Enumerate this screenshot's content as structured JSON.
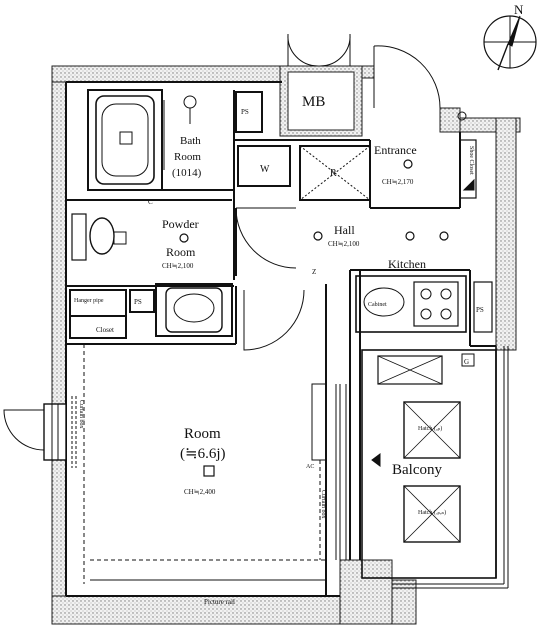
{
  "compass": {
    "label": "N"
  },
  "rooms": {
    "mb": "MB",
    "entrance": {
      "name": "Entrance",
      "ceiling": "CH≒2,170"
    },
    "bath": {
      "line1": "Bath",
      "line2": "Room",
      "line3": "(1014)"
    },
    "powder": {
      "line1": "Powder",
      "line2": "Room",
      "ceiling": "CH≒2,100"
    },
    "hall": {
      "name": "Hall",
      "ceiling": "CH≒2,100"
    },
    "kitchen": "Kitchen",
    "room": {
      "name": "Room",
      "area": "(≒6.6j)",
      "ceiling": "CH≒2,400"
    },
    "balcony": "Balcony"
  },
  "fixtures": {
    "ps": "PS",
    "w": "W",
    "r": "R",
    "c": "C",
    "g": "G",
    "shoe_closet": "Shoe Closet",
    "hanger_pipe": "Hanger pipe",
    "closet": "Closet",
    "curtain_box": "Curtain box",
    "picture_rail": "Picture rail",
    "hatch_upper": "Hatch (ᵤₚ)",
    "hatch_lower": "Hatch (ₒₚₑₙ)",
    "cabinet": "Cabinet",
    "ac": "AC",
    "z": "Z"
  }
}
